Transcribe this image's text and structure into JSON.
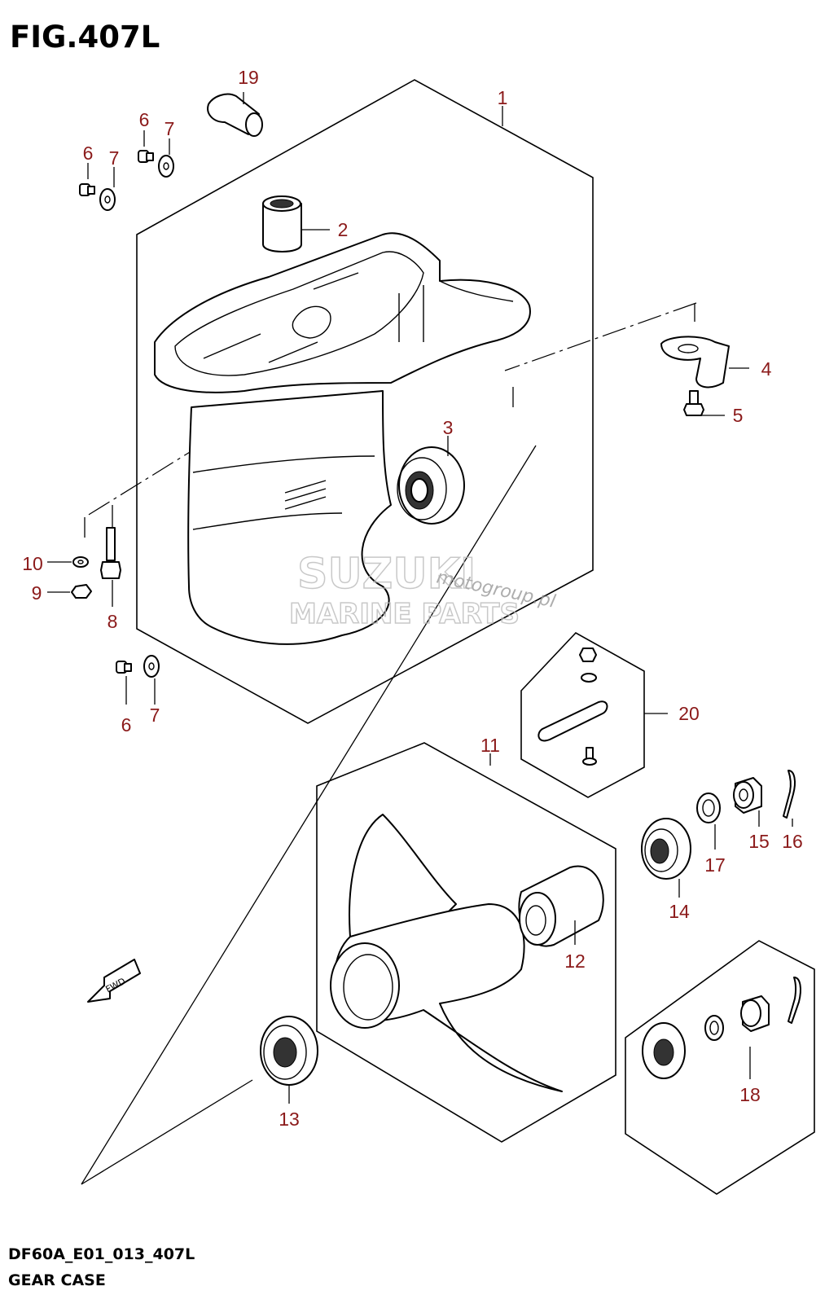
{
  "figure": {
    "title": "FIG.407L",
    "code": "DF60A_E01_013_407L",
    "name": "GEAR CASE"
  },
  "watermark": {
    "brand": "SUZUKI",
    "line2": "MARINE PARTS",
    "site": "motogroup.pl"
  },
  "fwd_label": "FWD",
  "callouts": {
    "c1": "1",
    "c2": "2",
    "c3": "3",
    "c4": "4",
    "c5": "5",
    "c6a": "6",
    "c6b": "6",
    "c6c": "6",
    "c7a": "7",
    "c7b": "7",
    "c7c": "7",
    "c8": "8",
    "c9": "9",
    "c10": "10",
    "c11": "11",
    "c12": "12",
    "c13": "13",
    "c14": "14",
    "c15": "15",
    "c16": "16",
    "c17": "17",
    "c18": "18",
    "c19": "19",
    "c20": "20"
  },
  "colors": {
    "callout": "#8b1a1a",
    "line": "#000000",
    "watermark": "#bbbbbb"
  }
}
